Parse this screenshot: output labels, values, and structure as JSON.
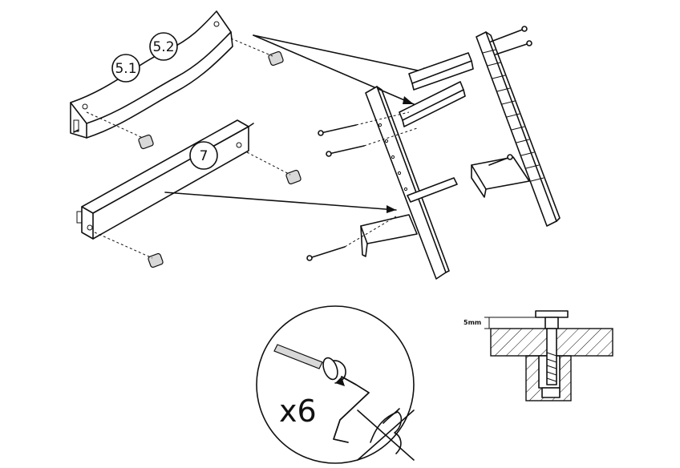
{
  "labels": {
    "part_5_1": "5.1",
    "part_5_2": "5.2",
    "part_7": "7",
    "quantity": "x6",
    "depth": "5mm"
  }
}
